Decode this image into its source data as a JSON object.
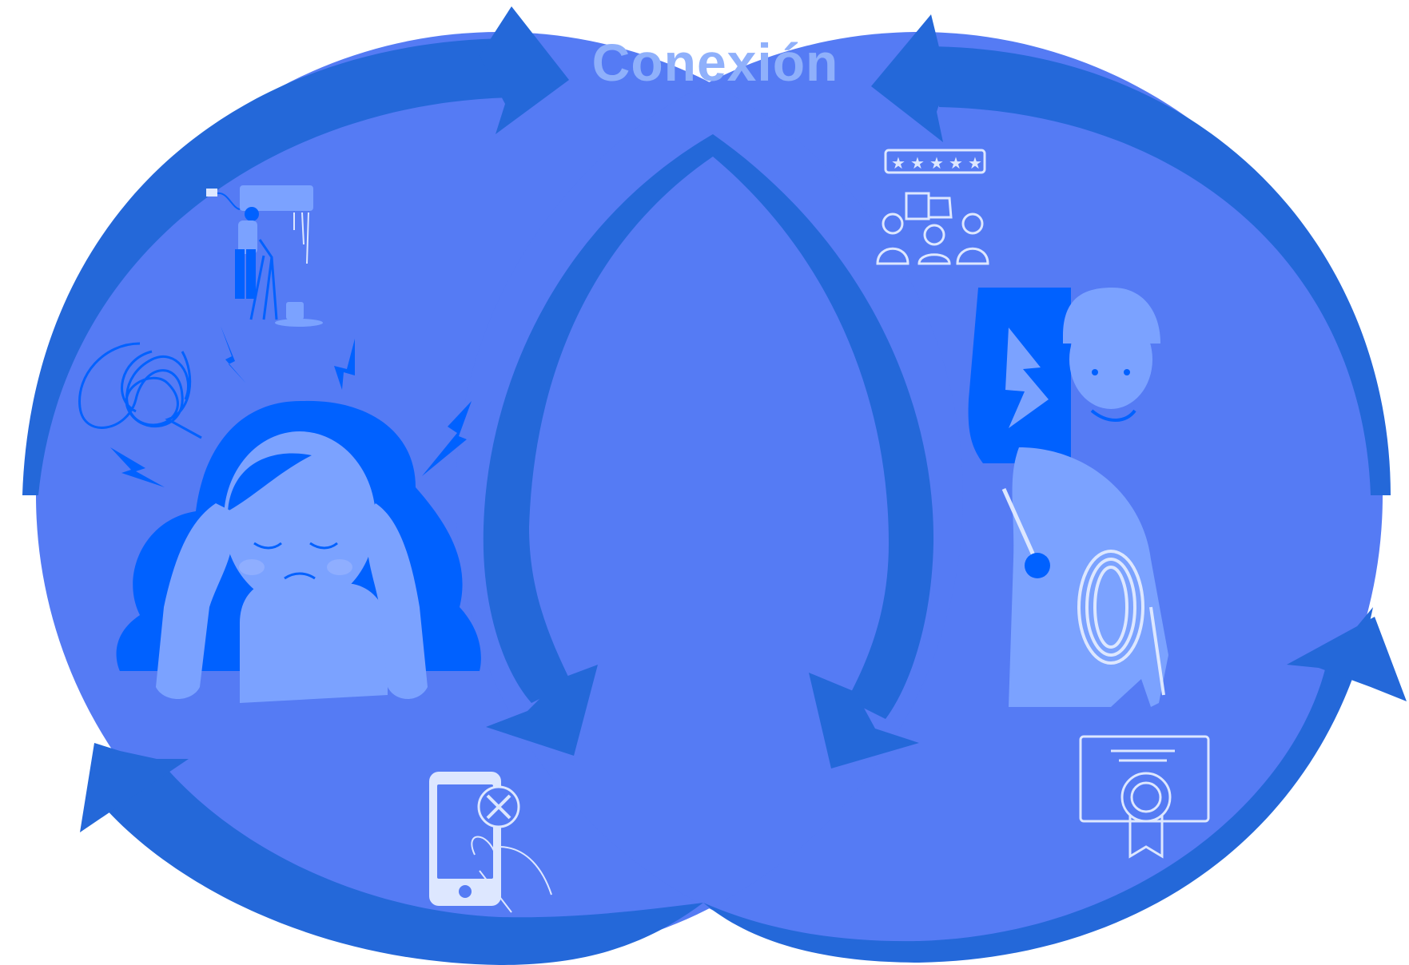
{
  "title": "Conexión",
  "colors": {
    "background": "#ffffff",
    "circle_fill": "#557BF4",
    "arrow": "#2468D9",
    "title": "#8FB0FB",
    "line_icon": "#DDE7FF",
    "figure_dark": "#0061FF",
    "figure_light": "#7BA2FF"
  },
  "diagram": {
    "left_circle": {
      "name": "problem-side",
      "illustrations": [
        "leaking-ac-repair",
        "tangled-thoughts",
        "lightning-stress-bolts",
        "stressed-woman",
        "phone-repair-app-icon"
      ]
    },
    "right_circle": {
      "name": "solution-side",
      "illustrations": [
        "five-star-rating-icon",
        "smiling-electrician",
        "cable-reel",
        "certificate-icon"
      ]
    },
    "cycle_arrows": 6
  }
}
